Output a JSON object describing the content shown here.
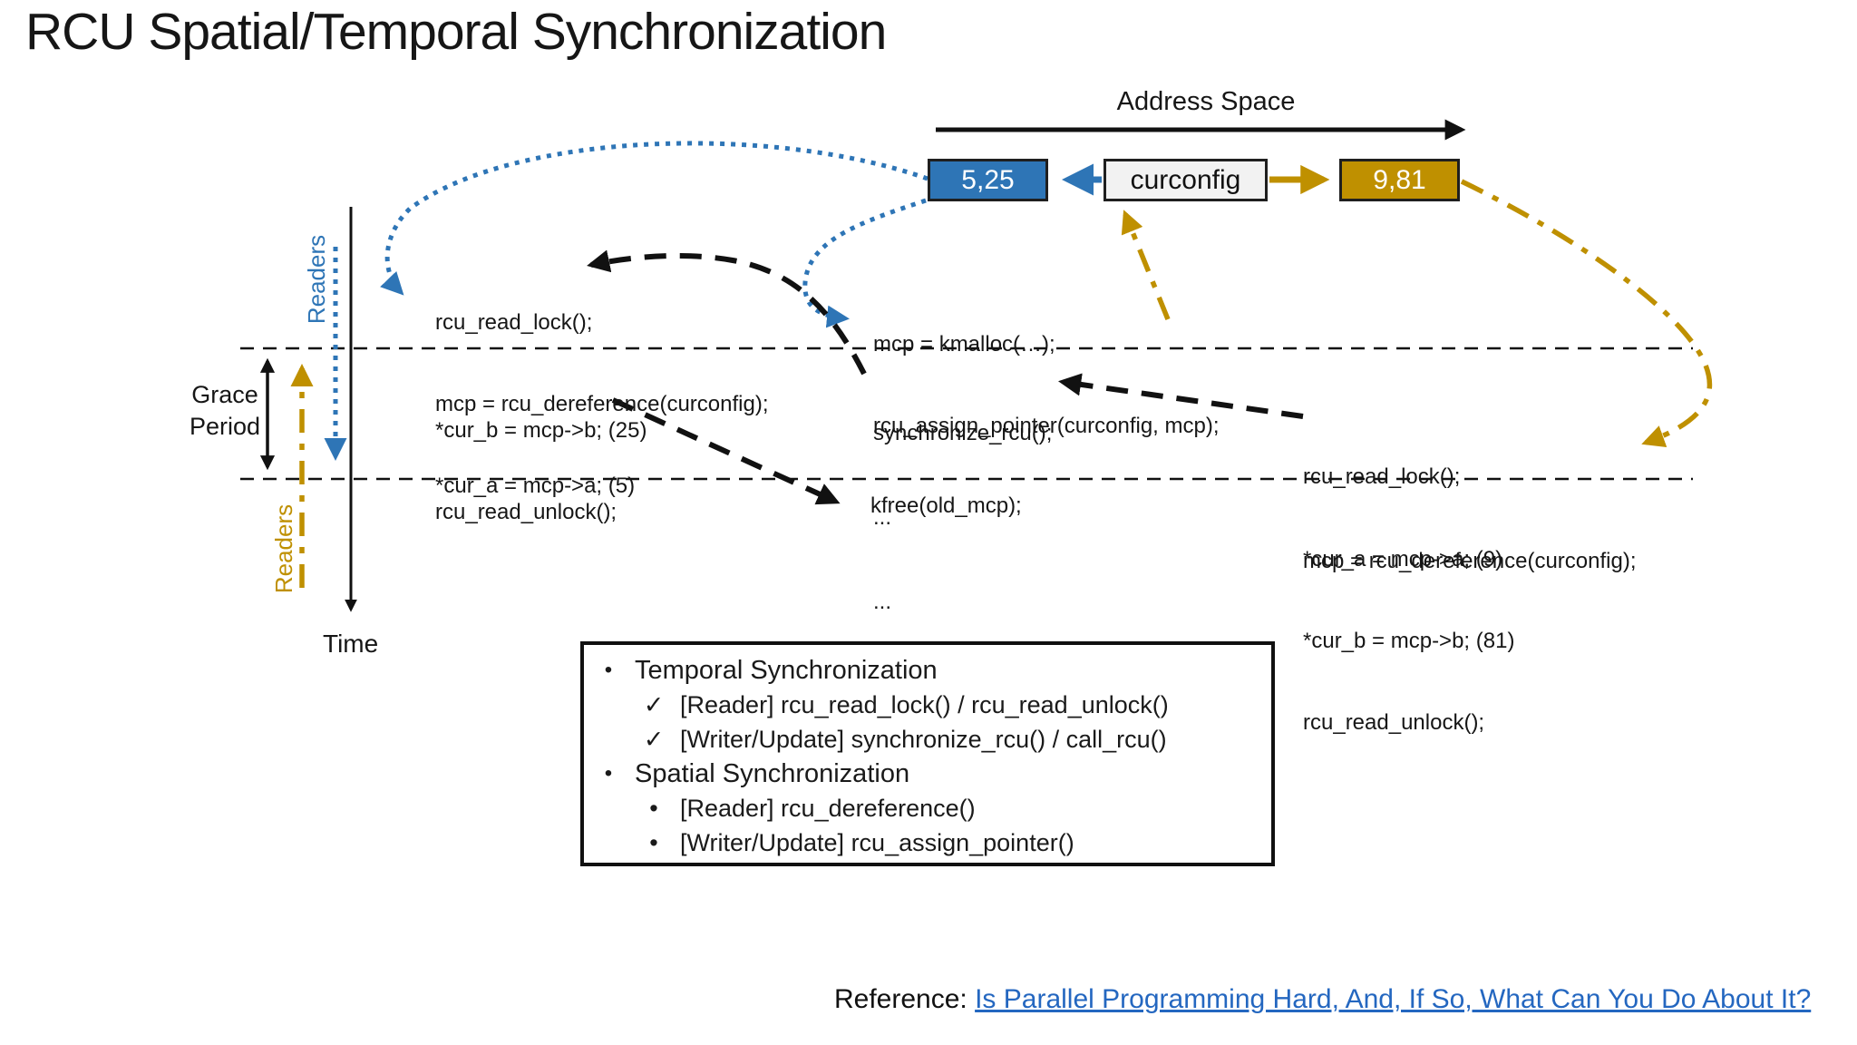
{
  "title": "RCU Spatial/Temporal Synchronization",
  "address_space_label": "Address Space",
  "boxes": {
    "old_value": "5,25",
    "pointer_label": "curconfig",
    "new_value": "9,81"
  },
  "timeline": {
    "readers_top_label": "Readers",
    "readers_bottom_label": "Readers",
    "grace_period_label": "Grace Period",
    "time_label": "Time"
  },
  "code": {
    "reader_left": {
      "l1": "rcu_read_lock();",
      "l2": "mcp = rcu_dereference(curconfig);",
      "l3": "*cur_a = mcp->a; (5)",
      "l4": "*cur_b = mcp->b; (25)",
      "l5": "rcu_read_unlock();"
    },
    "updater": {
      "l1": "mcp = kmalloc(…);",
      "l2": "rcu_assign_pointer(curconfig, mcp);",
      "l3": "synchronize_rcu();",
      "l4": "...",
      "l5": "...",
      "l6": "kfree(old_mcp);"
    },
    "reader_right": {
      "l1": "rcu_read_lock();",
      "l2": "mcp = rcu_dereference(curconfig);",
      "l3": "*cur_a = mcp->a; (9)",
      "l4": "*cur_b = mcp->b; (81)",
      "l5": "rcu_read_unlock();"
    }
  },
  "summary_panel": {
    "items": [
      {
        "marker": "•",
        "text": "Temporal Synchronization"
      },
      {
        "marker": "✓",
        "text": "[Reader] rcu_read_lock() / rcu_read_unlock()"
      },
      {
        "marker": "✓",
        "text": "[Writer/Update] synchronize_rcu() / call_rcu()"
      },
      {
        "marker": "•",
        "text": "Spatial Synchronization"
      },
      {
        "marker": "•",
        "text": "[Reader] rcu_dereference()"
      },
      {
        "marker": "•",
        "text": "[Writer/Update] rcu_assign_pointer()"
      }
    ]
  },
  "reference": {
    "label": "Reference: ",
    "link_text": "Is Parallel Programming Hard, And, If So, What Can You Do About It?"
  },
  "colors": {
    "reader_blue": "#2E75B6",
    "updater_gold": "#BF9000",
    "text_black": "#1A1A1A",
    "link_blue": "#2467C0",
    "pointer_box_fill": "#F2F2F2"
  }
}
